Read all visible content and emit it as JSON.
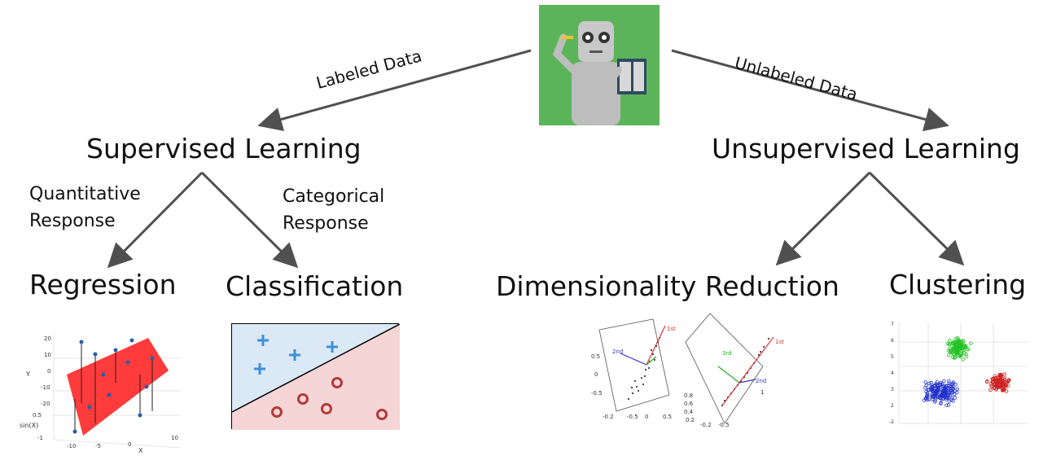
{
  "root": {
    "image": "robot-reading-book"
  },
  "edges": {
    "labeled": "Labeled Data",
    "unlabeled": "Unlabeled Data"
  },
  "supervised": {
    "title": "Supervised Learning",
    "quantitative": "Quantitative Response",
    "categorical": "Categorical Response",
    "regression": "Regression",
    "classification": "Classification"
  },
  "unsupervised": {
    "title": "Unsupervised Learning",
    "dimred": "Dimensionality Reduction",
    "clustering": "Clustering"
  },
  "thumbs": {
    "regression_axes": {
      "y": "Y",
      "x": "X",
      "sinx": "sin(X)"
    },
    "pca_labels": {
      "first": "1st",
      "second": "2nd",
      "third": "3rd"
    }
  },
  "colors": {
    "arrow": "#505050",
    "plane": "#ff2a2a",
    "plus": "#3e8fd6",
    "circle": "#b23a3a",
    "cluster_green": "#22c122",
    "cluster_blue": "#2233cc",
    "cluster_red": "#cc2222"
  }
}
